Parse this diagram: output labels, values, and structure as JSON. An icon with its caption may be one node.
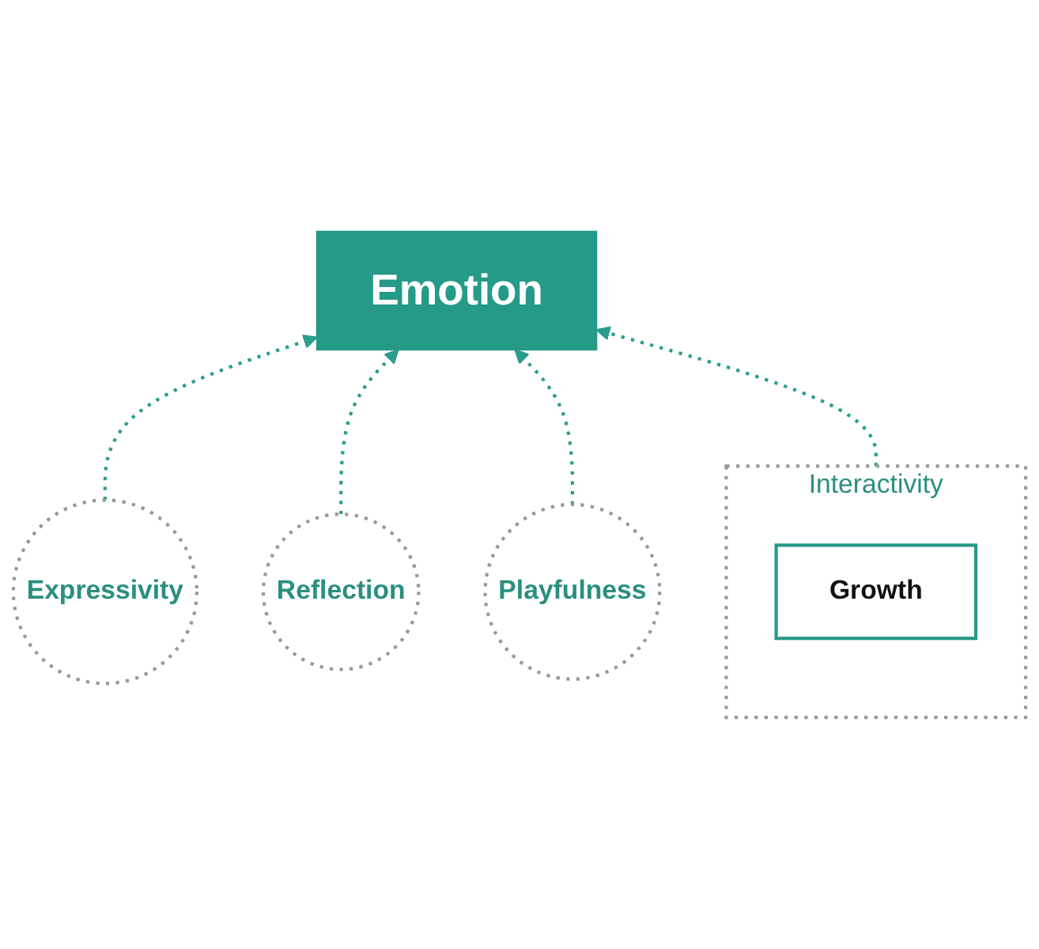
{
  "diagram": {
    "nodes": [
      {
        "text": [
          "Emotion"
        ]
      },
      {
        "text": [
          "Interactivity"
        ]
      },
      {
        "text": [
          "Growth"
        ],
        "in": 1
      },
      {
        "text": [
          "Expressivity"
        ]
      },
      {
        "text": [
          "Reflection"
        ]
      },
      {
        "text": [
          "Playfulness"
        ]
      }
    ],
    "edges": [
      {
        "from": 1,
        "to": 0,
        "arrow": "to",
        "style": "dashed"
      },
      {
        "from": 3,
        "to": 0,
        "arrow": "to",
        "style": "dashed"
      },
      {
        "from": 4,
        "to": 0,
        "arrow": "to",
        "style": "dashed"
      },
      {
        "from": 5,
        "to": 0,
        "arrow": "to",
        "style": "dashed"
      }
    ]
  }
}
